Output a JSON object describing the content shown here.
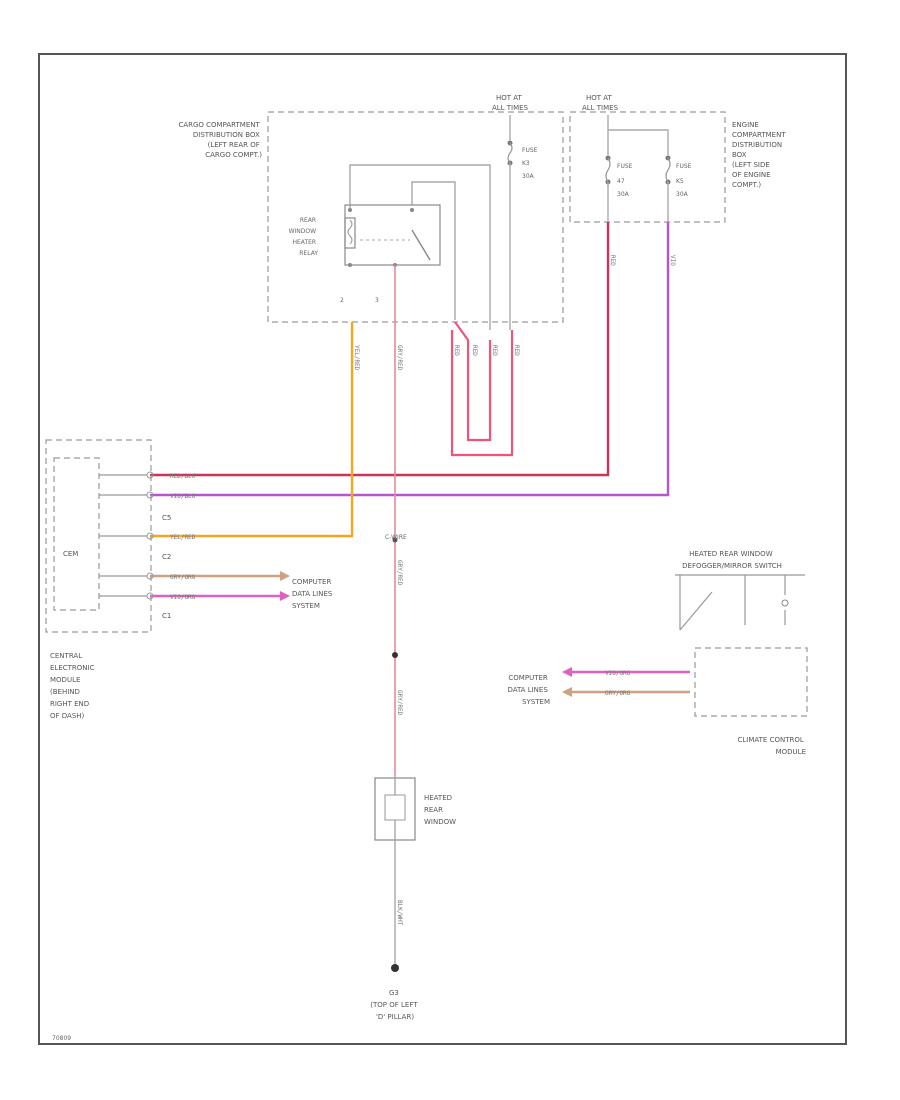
{
  "colors": {
    "red_blu": "#cc3355",
    "vio_blu": "#b655cc",
    "yel_red": "#f5a623",
    "gry_org": "#d0a080",
    "vio_org": "#e060c0",
    "gry_red": "#e88a9a",
    "red": "#ee5577",
    "frame": "#555555"
  },
  "labels": {
    "cargo_box": [
      "CARGO COMPARTMENT",
      "DISTRIBUTION BOX",
      "(LEFT REAR OF",
      "CARGO COMPT.)"
    ],
    "hot_at_1": [
      "HOT AT",
      "ALL TIMES"
    ],
    "hot_at_2": [
      "HOT AT",
      "ALL TIMES"
    ],
    "engine_box": [
      "ENGINE",
      "COMPARTMENT",
      "DISTRIBUTION",
      "BOX",
      "(LEFT SIDE",
      "OF ENGINE",
      "COMPT.)"
    ],
    "relay": [
      "REAR",
      "WINDOW",
      "HEATER",
      "RELAY"
    ],
    "fuse_k3": [
      "FUSE",
      "K3",
      "30A"
    ],
    "fuse_47": [
      "FUSE",
      "47",
      "30A"
    ],
    "fuse_k5": [
      "FUSE",
      "K5",
      "30A"
    ],
    "pin_2": "2",
    "pin_3": "3",
    "cem": "CEM",
    "cem_caption": [
      "CENTRAL",
      "ELECTRONIC",
      "MODULE",
      "(BEHIND",
      "RIGHT END",
      "OF DASH)"
    ],
    "conn_c5": "C5",
    "conn_c2": "C2",
    "conn_c1": "C1",
    "comp_data_1": [
      "COMPUTER",
      "DATA LINES",
      "SYSTEM"
    ],
    "comp_data_2": [
      "COMPUTER",
      "DATA LINES",
      "SYSTEM"
    ],
    "switch_title": [
      "HEATED REAR WINDOW",
      "DEFOGGER/MIRROR SWITCH"
    ],
    "climate": [
      "CLIMATE CONTROL",
      "MODULE"
    ],
    "heated_rear": [
      "HEATED",
      "REAR",
      "WINDOW"
    ],
    "ground": [
      "G3",
      "(TOP OF LEFT",
      "'D' PILLAR)"
    ],
    "splice": "C-WIRE",
    "footer_code": "70809"
  },
  "wires": {
    "w1": "RED/BLU",
    "w2": "VIO/BLU",
    "w3": "YEL/RED",
    "w4": "GRY/ORG",
    "w5": "VIO/ORG",
    "w6": "VIO/ORG",
    "w7": "GRY/ORG",
    "relay_out": "YEL/RED",
    "heater_feed": "GRY/RED",
    "heater_feed2": "GRY/RED",
    "heater_feed3": "GRY/RED",
    "ground_wire": "BLK/WHT",
    "loop1": "RED",
    "loop2": "RED",
    "loop3": "RED",
    "loop4": "RED",
    "k5_out": "RED",
    "f47_out": "VIO"
  }
}
